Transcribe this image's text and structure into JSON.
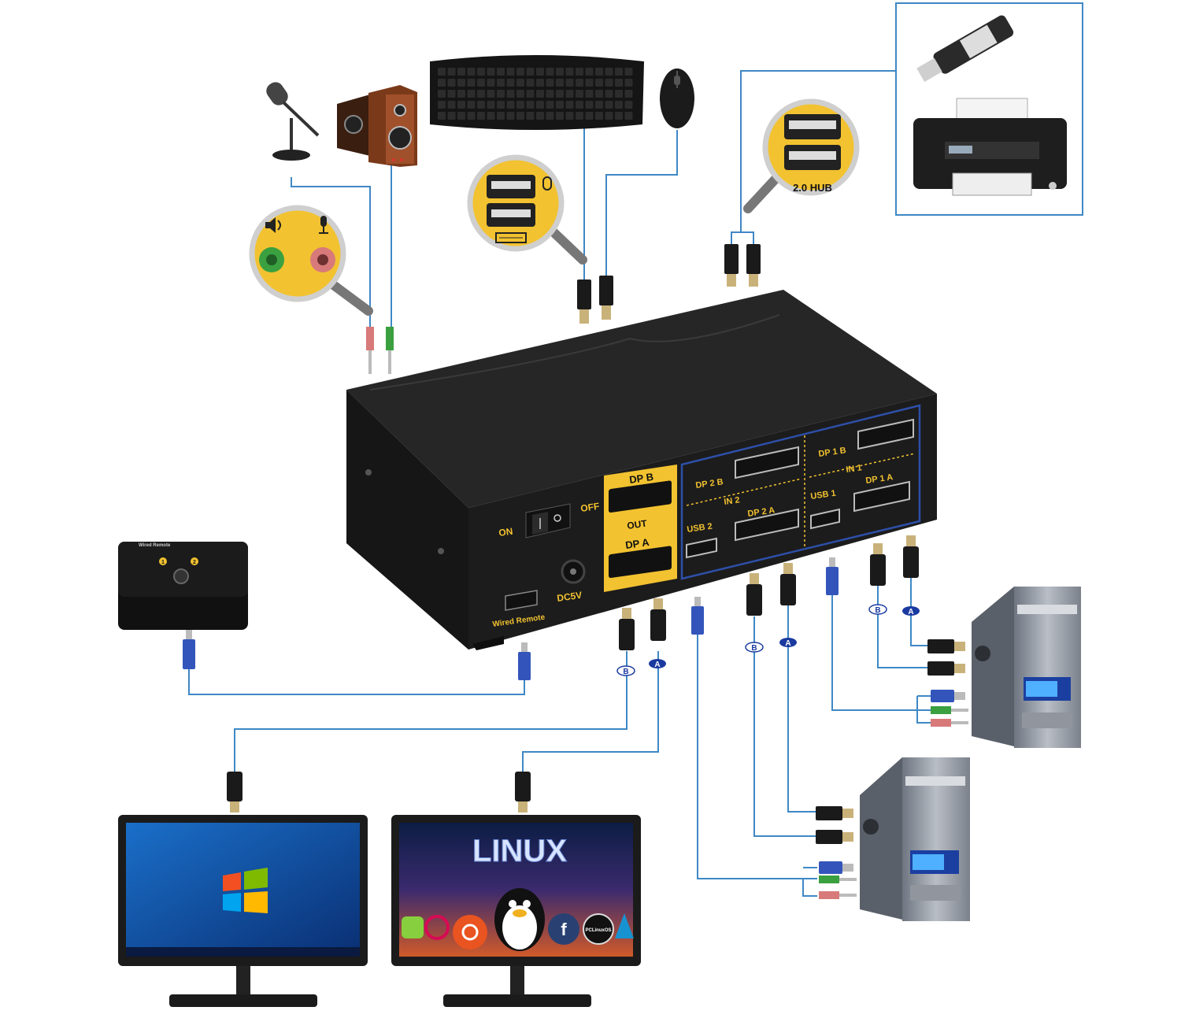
{
  "colors": {
    "wire": "#3f88c5",
    "kvm_body": "#1c1c1c",
    "kvm_top": "#2a2a2a",
    "output_panel": "#f2c230",
    "input_frame": "#2d4fa8",
    "magnifier_fill": "#f2c230",
    "usb_connector": "#3355bb",
    "audio_green": "#3aa040",
    "audio_pink": "#d87a7a",
    "badge": "#1a3aa0"
  },
  "kvm": {
    "port_dp_b_out": "DP",
    "port_dp_b_out_num": "B",
    "out_label": "OUT",
    "port_dp_a_out": "DP",
    "port_dp_a_out_num": "A",
    "off_label": "OFF",
    "on_label": "ON",
    "dc_label": "DC5V",
    "wired_remote_label": "Wired Remote",
    "in2_prefix": "IN",
    "in2_num": "2",
    "in1_prefix": "IN",
    "in1_num": "1",
    "dp2b_prefix": "DP",
    "dp2b_num": "2",
    "dp2b_suffix": "B",
    "dp2a_prefix": "DP",
    "dp2a_num": "2",
    "dp2a_suffix": "A",
    "usb2_prefix": "USB",
    "usb2_num": "2",
    "dp1b_prefix": "DP",
    "dp1b_num": "1",
    "dp1b_suffix": "B",
    "dp1a_prefix": "DP",
    "dp1a_num": "1",
    "dp1a_suffix": "A",
    "usb1_prefix": "USB",
    "usb1_num": "1"
  },
  "hub_label": "2.0 HUB",
  "remote": {
    "title": "Wired Remote",
    "btn1": "1",
    "btn2": "2"
  },
  "badges": {
    "out_b": "B",
    "out_a": "A",
    "pc2_b": "B",
    "pc2_a": "A",
    "pc1_b": "B",
    "pc1_a": "A"
  },
  "monitor_right": {
    "title": "LINUX",
    "pclinux": "PCLinuxOS"
  }
}
